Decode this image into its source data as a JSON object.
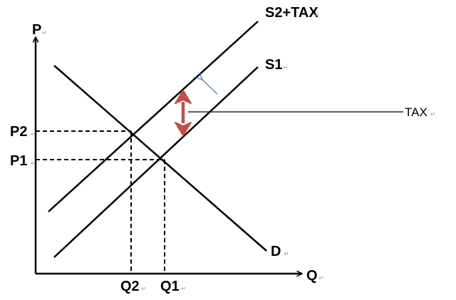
{
  "axes": {
    "y_label": "P",
    "x_label": "Q"
  },
  "curves": {
    "supply_with_tax": "S2+TAX",
    "supply_original": "S1",
    "demand": "D"
  },
  "prices": {
    "p2": "P2",
    "p1": "P1"
  },
  "quantities": {
    "q2": "Q2",
    "q1": "Q1"
  },
  "tax_label": "TAX",
  "paragraph_mark": "↵",
  "colors": {
    "line": "#000000",
    "tax_arrow": "#c0504d",
    "shift_arrow": "#4f81bd"
  }
}
